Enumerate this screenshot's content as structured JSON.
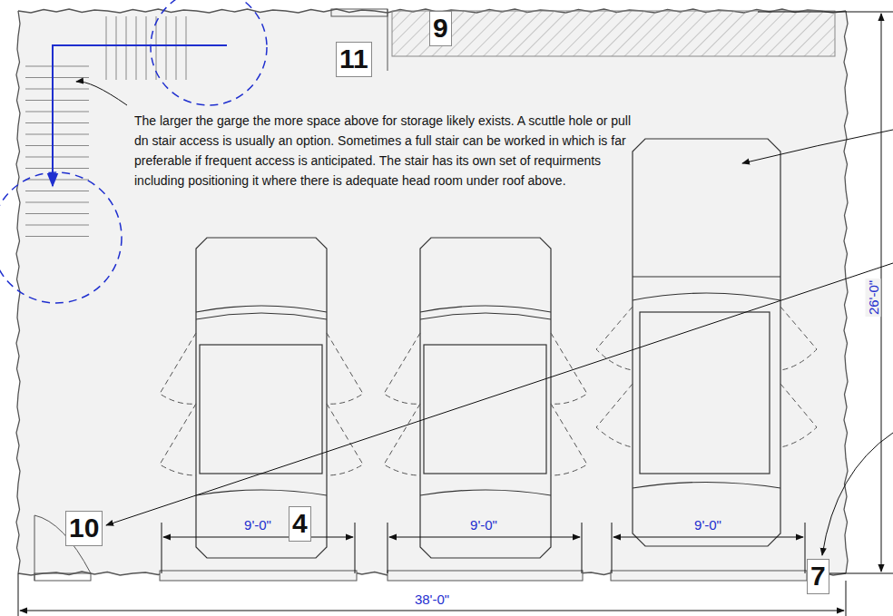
{
  "diagram": {
    "labels": [
      "11",
      "9",
      "The larger the garge the more space above for storage likely exists. A scuttle hole or pull dn stair access is usually an option. Sometimes a full stair can be worked in which is far preferable if frequent access is anticipated. The stair has its own set of requirments including positioning it where there is adequate head room under roof above.",
      "10",
      "9'-0\"",
      "4",
      "9'-0\"",
      "9'-0\"",
      "7",
      "26'-0\"",
      "38'-0\""
    ]
  }
}
